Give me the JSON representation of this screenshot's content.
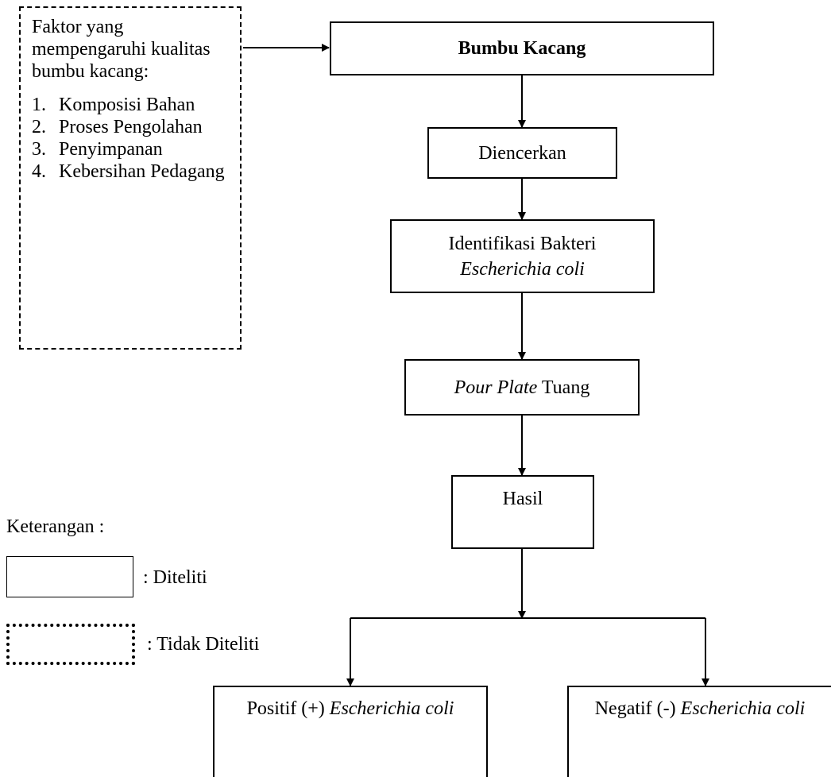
{
  "factors": {
    "intro": "Faktor yang mempengaruhi kualitas bumbu kacang:",
    "items": [
      {
        "num": "1.",
        "text": "Komposisi Bahan"
      },
      {
        "num": "2.",
        "text": "Proses Pengolahan"
      },
      {
        "num": "3.",
        "text": "Penyimpanan"
      },
      {
        "num": "4.",
        "text": "Kebersihan Pedagang"
      }
    ]
  },
  "nodes": {
    "bumbu": "Bumbu Kacang",
    "diencerkan": "Diencerkan",
    "identifikasi_line1": "Identifikasi Bakteri",
    "identifikasi_line2": "Escherichia coli",
    "pour_italic": "Pour Plate",
    "pour_rest": " Tuang",
    "hasil": "Hasil",
    "positif_plain": "Positif (+) ",
    "positif_italic": "Escherichia coli",
    "negatif_plain": "Negatif (-) ",
    "negatif_italic": "Escherichia coli"
  },
  "legend": {
    "title": "Keterangan :",
    "diteliti": ": Diteliti",
    "tidak_diteliti": ": Tidak Diteliti"
  }
}
